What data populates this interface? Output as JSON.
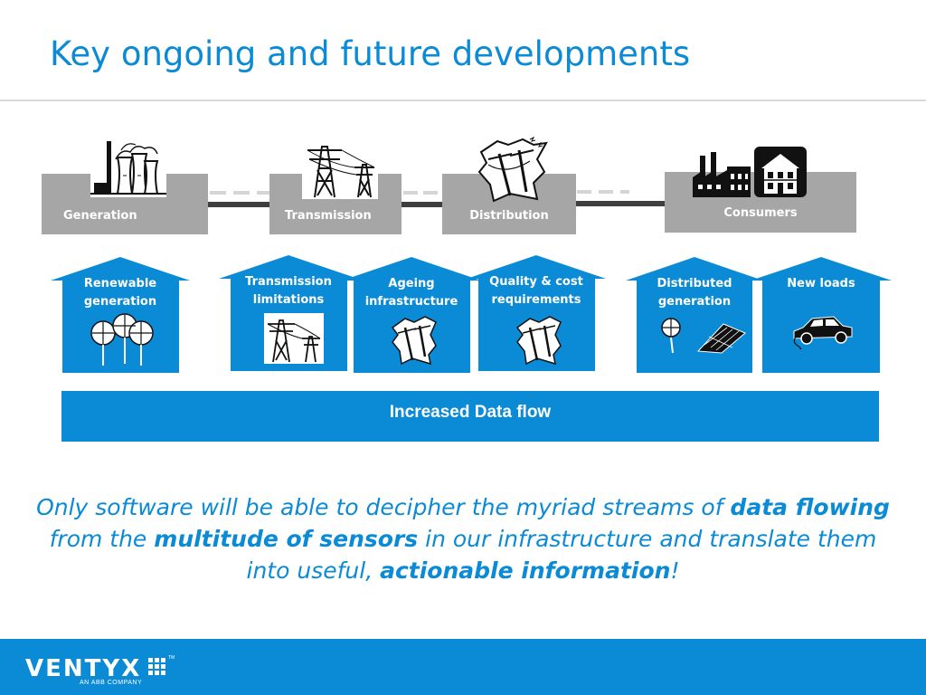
{
  "title": "Key ongoing and future developments",
  "stages": {
    "generation": "Generation",
    "transmission": "Transmission",
    "distribution": "Distribution",
    "consumers": "Consumers"
  },
  "drivers": {
    "renewable": [
      "Renewable",
      "generation"
    ],
    "transmission_limits": [
      "Transmission",
      "limitations"
    ],
    "ageing": [
      "Ageing",
      "infrastructure"
    ],
    "quality": [
      "Quality & cost",
      "requirements"
    ],
    "distributed": [
      "Distributed",
      "generation"
    ],
    "new_loads": [
      "New loads"
    ]
  },
  "data_flow_label": "Increased Data flow",
  "quote": {
    "p1": "Only software will be able to decipher the myriad streams of ",
    "b1": "data flowing",
    "p2": " from the ",
    "b2": "multitude of sensors",
    "p3": " in our infrastructure and translate them into useful, ",
    "b3": "actionable information",
    "p4": "!"
  },
  "footer": {
    "logo": "VENTYX",
    "tagline": "AN ABB COMPANY",
    "trademark": "TM"
  },
  "colors": {
    "accent": "#0b8ad6",
    "stage_grey": "#a6a6a6",
    "line_dark": "#3f3f3f"
  },
  "icons": [
    "power-plant-icon",
    "transmission-tower-icon",
    "distribution-pole-icon",
    "factory-icon",
    "house-icon",
    "wind-turbine-icon",
    "solar-panel-icon",
    "car-icon"
  ]
}
